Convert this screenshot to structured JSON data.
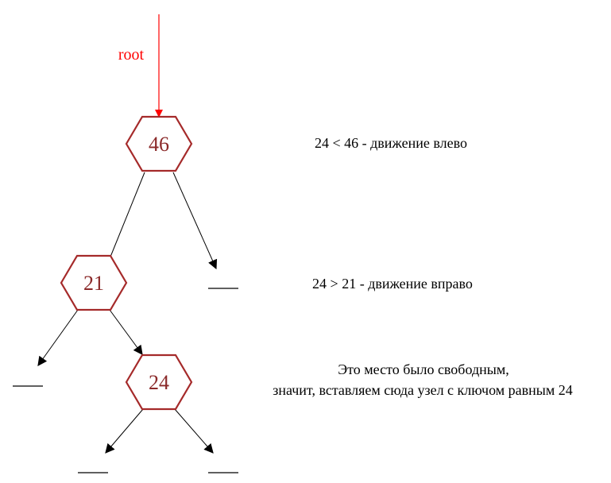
{
  "root_label": "root",
  "nodes": {
    "n46": "46",
    "n21": "21",
    "n24": "24"
  },
  "notes": {
    "step1": "24 < 46 - движение влево",
    "step2": "24 > 21 - движение вправо",
    "step3_line1": "Это место было свободным,",
    "step3_line2": "значит, вставляем сюда узел с ключом равным 24"
  },
  "colors": {
    "node_outline": "#a52a2a",
    "node_text": "#8b2a2a",
    "root_pointer": "#ff0000",
    "edge": "#000000"
  }
}
